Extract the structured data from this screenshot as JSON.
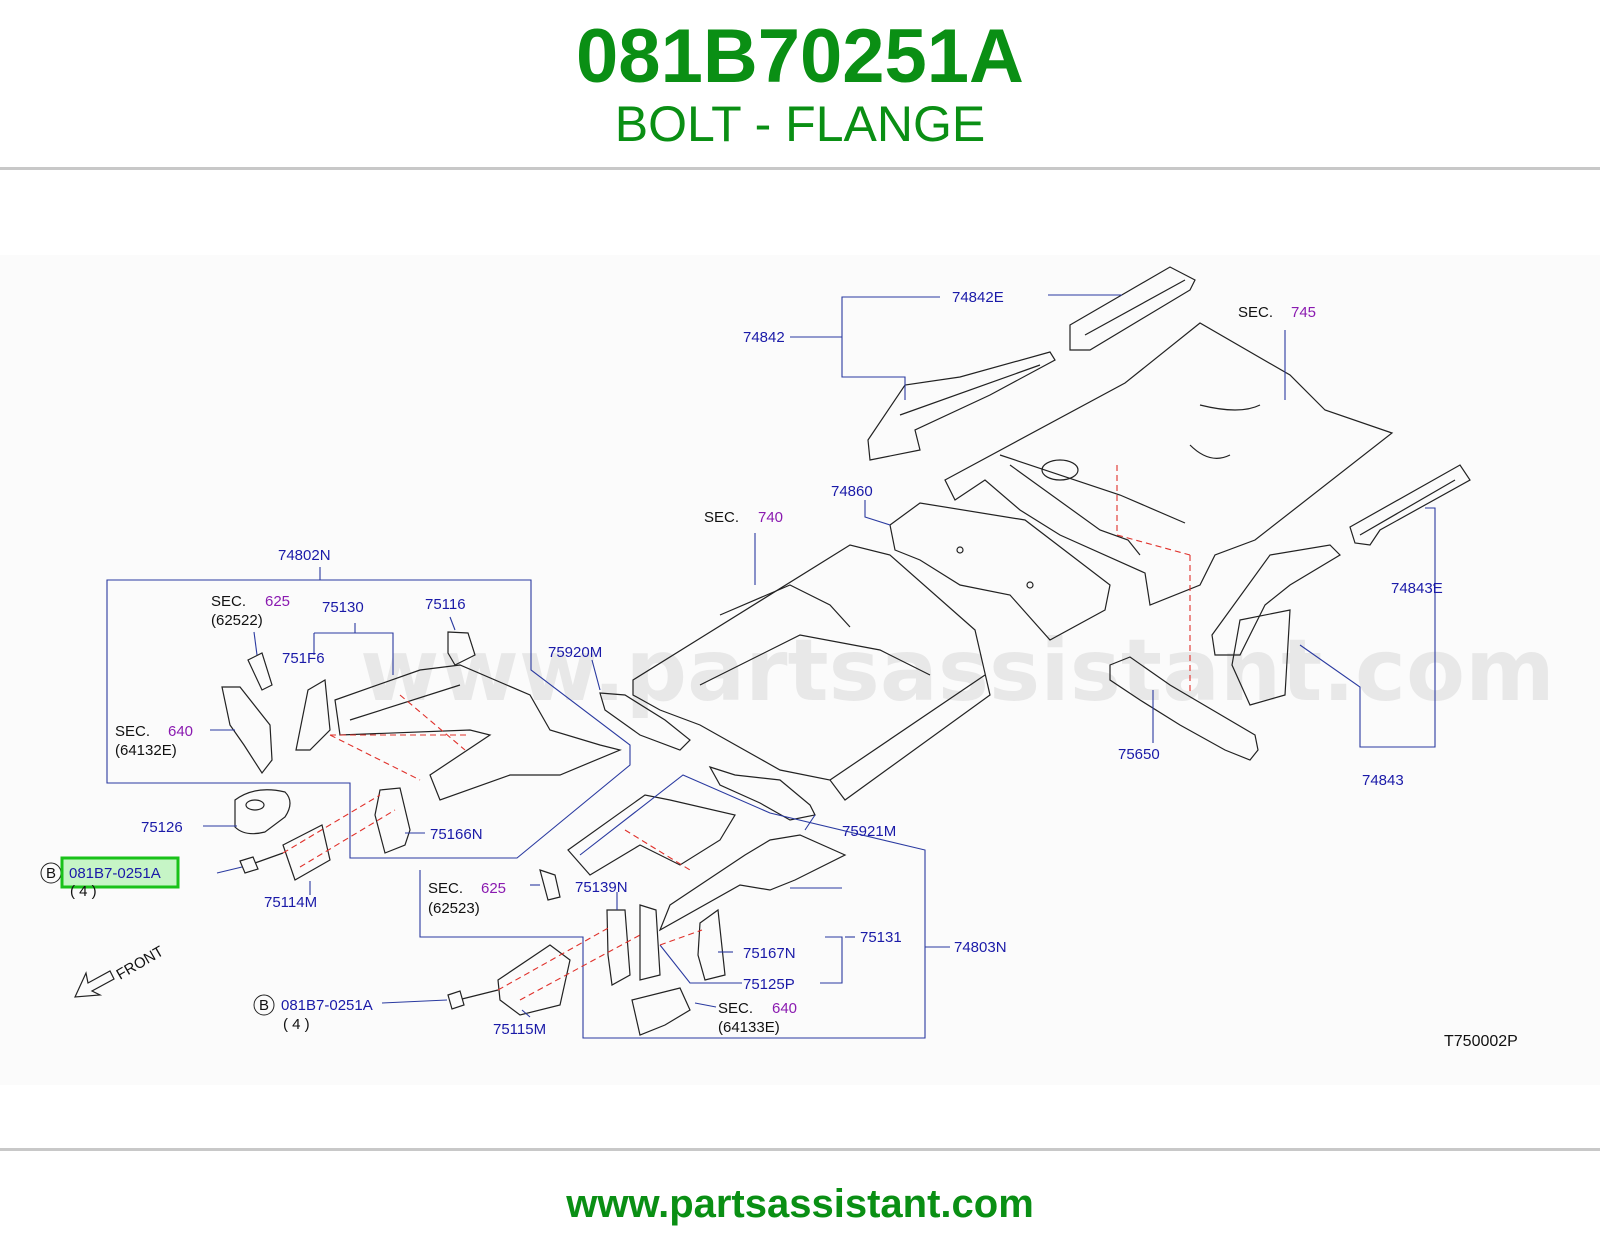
{
  "header": {
    "part_number": "081B70251A",
    "part_name": "BOLT - FLANGE"
  },
  "footer": {
    "url": "www.partsassistant.com"
  },
  "colors": {
    "brand_green": "#0a8f14",
    "part_label_blue": "#1a1aa8",
    "section_purple": "#8a1ab0",
    "highlight_green": "#19c219",
    "highlight_fill": "#c6f5c6",
    "dashed_red": "#e0302a"
  },
  "diagram": {
    "watermark": "www.partsassistant.com",
    "drawing_code": "T750002P",
    "front_label": "FRONT",
    "labels": {
      "l74842E": "74842E",
      "l74842": "74842",
      "l745sec": "SEC.",
      "l745": "745",
      "l74860": "74860",
      "l740sec": "SEC.",
      "l740": "740",
      "l74843E": "74843E",
      "l74843": "74843",
      "l75650": "75650",
      "l74802N": "74802N",
      "l625sec_a": "SEC.",
      "l625_a": "625",
      "l62522": "(62522)",
      "l75130": "75130",
      "l75116": "75116",
      "l751F6": "751F6",
      "l75920M": "75920M",
      "l640sec_a": "SEC.",
      "l640_a": "640",
      "l64132E": "(64132E)",
      "l75126": "75126",
      "l75166N": "75166N",
      "l75921M": "75921M",
      "bolt_a_circle": "B",
      "bolt_a_part": "081B7-0251A",
      "bolt_a_qty": "( 4 )",
      "l75114M": "75114M",
      "l625sec_b": "SEC.",
      "l625_b": "625",
      "l62523": "(62523)",
      "l75139N": "75139N",
      "l75131": "75131",
      "l74803N": "74803N",
      "l75167N": "75167N",
      "l75125P": "75125P",
      "bolt_b_circle": "B",
      "bolt_b_part": "081B7-0251A",
      "bolt_b_qty": "( 4 )",
      "l640sec_b": "SEC.",
      "l640_b": "640",
      "l64133E": "(64133E)",
      "l75115M": "75115M"
    }
  }
}
